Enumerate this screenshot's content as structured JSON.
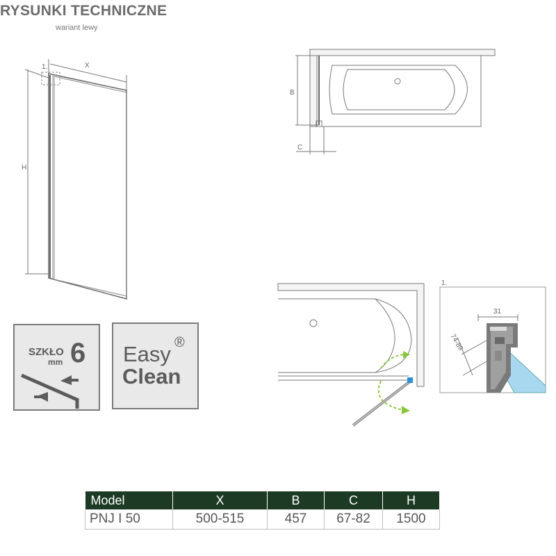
{
  "header": {
    "title": "RYSUNKI TECHNICZNE",
    "subtitle": "wariant lewy"
  },
  "drawings": {
    "front": {
      "label_x": "X",
      "label_h": "H",
      "detail_ref": "1."
    },
    "top": {
      "label_b": "B",
      "label_c": "C"
    },
    "detail": {
      "ref": "1.",
      "dim_width": "31",
      "dim_range": "74-89"
    }
  },
  "badges": {
    "glass": {
      "label": "SZKŁO",
      "unit": "mm",
      "value": "6"
    },
    "easy_clean": {
      "line1": "Easy",
      "line2": "Clean",
      "mark": "®"
    }
  },
  "colors": {
    "header_bg": "#1d3b24",
    "arrow_green": "#8cc63f",
    "hinge_blue": "#2e8fd6",
    "glass_blue": "#a8d8f0",
    "line_grey": "#777777"
  },
  "spec_table": {
    "headers": [
      "Model",
      "X",
      "B",
      "C",
      "H"
    ],
    "rows": [
      [
        "PNJ I 50",
        "500-515",
        "457",
        "67-82",
        "1500"
      ]
    ]
  }
}
